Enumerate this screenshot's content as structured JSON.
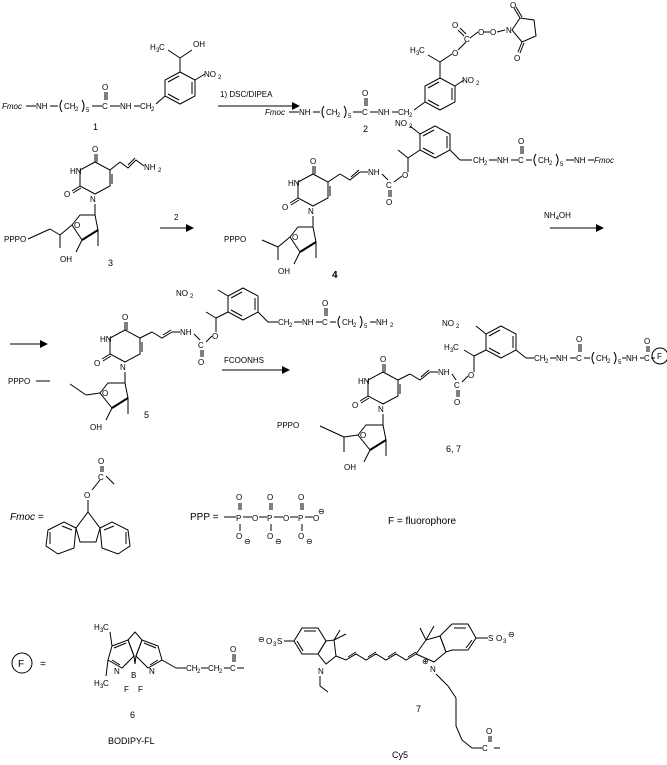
{
  "groups": {
    "fmoc": "Fmoc",
    "nh": "NH",
    "ch2": "CH",
    "sub2": "2",
    "sub5": "5",
    "no2": "NO",
    "oh": "OH",
    "h3c": "H",
    "sub3": "3",
    "c": "C",
    "o": "O",
    "n": "N",
    "nh2": "NH",
    "pppo": "PPPO",
    "hn": "HN",
    "b": "B",
    "f_atom": "F",
    "s": "S",
    "minus": "⊖",
    "plus": "⊕",
    "p": "P",
    "f_circle": "F"
  },
  "reactions": {
    "step1": "1) DSC/DIPEA",
    "step2": "2",
    "step3": "NH",
    "step3_sub": "4",
    "step3_tail": "OH",
    "step4": "FCOONHS"
  },
  "compounds": {
    "c1": "1",
    "c2": "2",
    "c3": "3",
    "c4": "4",
    "c5": "5",
    "c67": "6, 7",
    "c6": "6",
    "c7": "7"
  },
  "legend": {
    "fmoc_def": "Fmoc =",
    "ppp_def": "PPP =",
    "f_def": "F = fluorophore",
    "equals": "=",
    "bodipy": "BODIPY-FL",
    "cy5": "Cy5"
  }
}
